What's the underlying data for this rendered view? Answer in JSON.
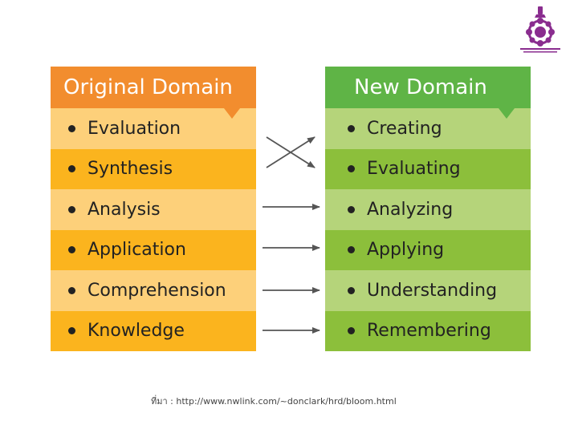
{
  "left_panel": {
    "title": "Original Domain",
    "items": [
      "Evaluation",
      "Synthesis",
      "Analysis",
      "Application",
      "Comprehension",
      "Knowledge"
    ]
  },
  "right_panel": {
    "title": "New Domain",
    "items": [
      "Creating",
      "Evaluating",
      "Analyzing",
      "Applying",
      "Understanding",
      "Remembering"
    ]
  },
  "mappings": [
    {
      "from": "Evaluation",
      "to": "Evaluating"
    },
    {
      "from": "Synthesis",
      "to": "Creating"
    },
    {
      "from": "Analysis",
      "to": "Analyzing"
    },
    {
      "from": "Application",
      "to": "Applying"
    },
    {
      "from": "Comprehension",
      "to": "Understanding"
    },
    {
      "from": "Knowledge",
      "to": "Remembering"
    }
  ],
  "source_text": "ที่มา : http://www.nwlink.com/~donclark/hrd/bloom.html",
  "colors": {
    "left_header": "#f28d2e",
    "left_light": "#fdd07a",
    "left_dark": "#fbb41e",
    "right_header": "#5fb446",
    "right_light": "#b5d47a",
    "right_dark": "#8cbf3b",
    "arrow": "#555555",
    "logo": "#8a2d8f"
  },
  "logo_icon": "university-seal-icon"
}
